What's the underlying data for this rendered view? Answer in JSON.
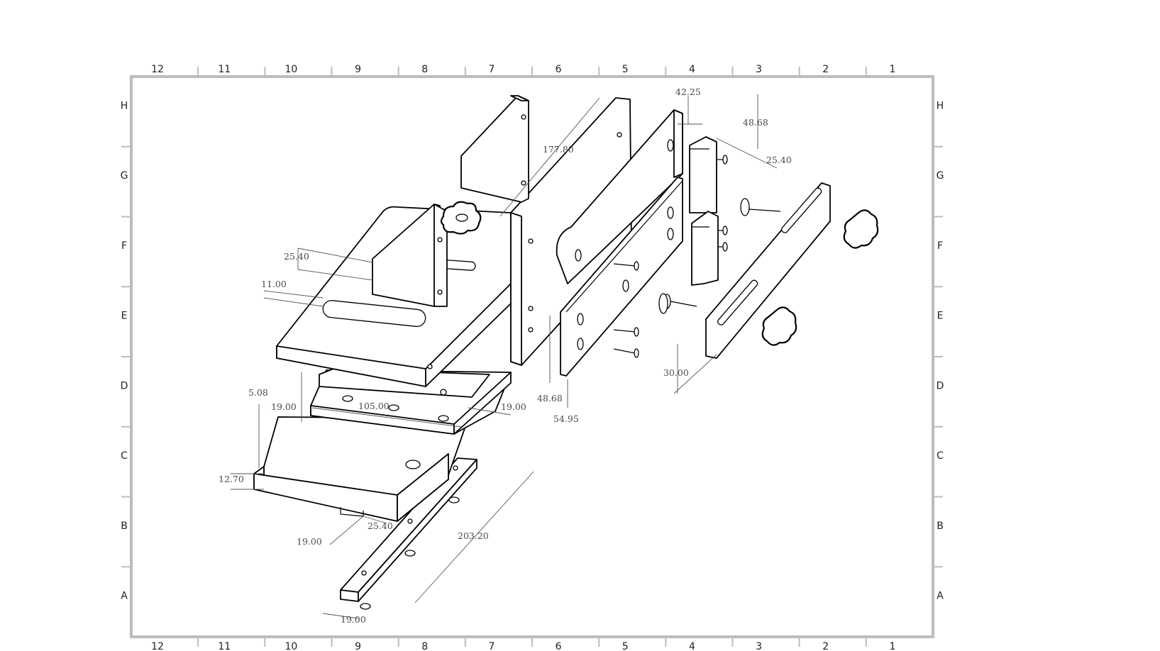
{
  "sheet": {
    "column_labels": [
      "12",
      "11",
      "10",
      "9",
      "8",
      "7",
      "6",
      "5",
      "4",
      "3",
      "2",
      "1"
    ],
    "row_labels": [
      "H",
      "G",
      "F",
      "E",
      "D",
      "C",
      "B",
      "A"
    ]
  },
  "dimensions": [
    {
      "id": "d-42-25",
      "text": "42.25"
    },
    {
      "id": "d-48-68-top",
      "text": "48.68"
    },
    {
      "id": "d-25-40-right",
      "text": "25.40"
    },
    {
      "id": "d-177-80",
      "text": "177.80"
    },
    {
      "id": "d-25-40-left",
      "text": "25.40"
    },
    {
      "id": "d-11-00",
      "text": "11.00"
    },
    {
      "id": "d-5-08",
      "text": "5.08"
    },
    {
      "id": "d-19-00-a",
      "text": "19.00"
    },
    {
      "id": "d-105-00",
      "text": "105.00"
    },
    {
      "id": "d-19-00-b",
      "text": "19.00"
    },
    {
      "id": "d-48-68-mid",
      "text": "48.68"
    },
    {
      "id": "d-54-95",
      "text": "54.95"
    },
    {
      "id": "d-30-00",
      "text": "30.00"
    },
    {
      "id": "d-12-70",
      "text": "12.70"
    },
    {
      "id": "d-19-00-c",
      "text": "19.00"
    },
    {
      "id": "d-25-40-bottom",
      "text": "25.40"
    },
    {
      "id": "d-203-20",
      "text": "203.20"
    },
    {
      "id": "d-19-00-d",
      "text": "19.00"
    }
  ]
}
